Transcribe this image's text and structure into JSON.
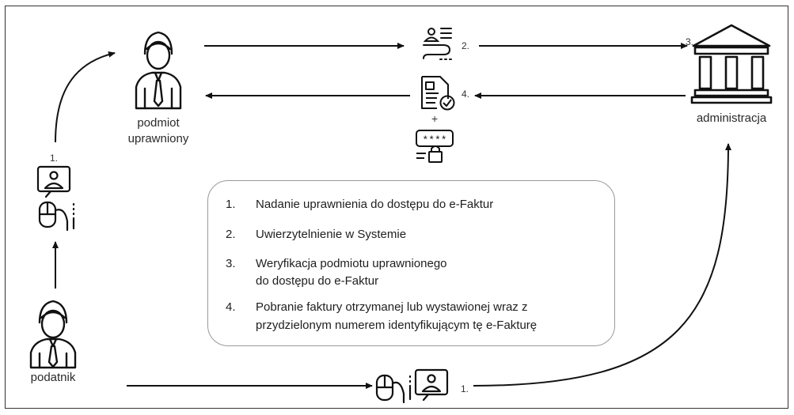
{
  "actors": {
    "authorized": {
      "line1": "podmiot",
      "line2": "uprawniony"
    },
    "administration": "administracja",
    "taxpayer": "podatnik"
  },
  "steps": {
    "s1_left": "1.",
    "s1_bottom": "1.",
    "s2": "2.",
    "s3": "3.",
    "s4": "4.",
    "plus": "+"
  },
  "legend": {
    "items": [
      {
        "num": "1.",
        "lines": [
          "Nadanie uprawnienia do dostępu do e-Faktur"
        ]
      },
      {
        "num": "2.",
        "lines": [
          "Uwierzytelnienie w Systemie"
        ]
      },
      {
        "num": "3.",
        "lines": [
          "Weryfikacja podmiotu uprawnionego",
          "do dostępu do e-Faktur"
        ]
      },
      {
        "num": "4.",
        "lines": [
          "Pobranie faktury otrzymanej lub wystawionej wraz z",
          "przydzielonym numerem identyfikującym tę e-Fakturę"
        ]
      }
    ]
  }
}
